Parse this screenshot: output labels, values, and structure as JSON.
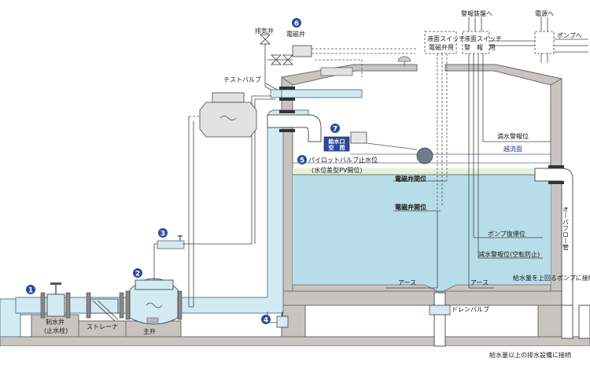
{
  "labels": {
    "exhaust_valve": "排気弁",
    "solenoid_valve": "電磁弁",
    "test_valve": "テストバルブ",
    "to_alarm": "警報鉄盤へ",
    "to_power": "電源へ",
    "to_pump": "ポンプへ",
    "float_switch_solenoid_1": "液面スイッチ",
    "float_switch_solenoid_2": "電磁弁用",
    "float_switch_alarm_1": "液面スイッチ",
    "float_switch_alarm_2": "警　報　用",
    "full_alarm": "満水警報位",
    "overflow_surface": "越流面",
    "pilot_stop_1": "パイロットバルブ止水位",
    "pilot_stop_2": "(水位差型PV開位)",
    "solenoid_close": "電磁弁閉位",
    "solenoid_open": "電磁弁開位",
    "inlet_tag_1": "給水口",
    "inlet_tag_2": "空　間",
    "pump_restart": "ポンプ復帰位",
    "low_alarm": "減水警報位(空転防止)",
    "earth_1": "アース",
    "earth_2": "アース",
    "overflow_pipe": "オーバフロー管",
    "pump_connection": "給水量を上回るポンプに接続",
    "drain_valve": "ドレンバルブ",
    "drain_connection": "給水量以上の排水設備に接続",
    "control_valve_1": "制水弁",
    "control_valve_2": "(止水栓)",
    "strainer": "ストレーナ",
    "main_valve": "主弁"
  },
  "markers": [
    "1",
    "2",
    "3",
    "4",
    "5",
    "6",
    "7"
  ],
  "colors": {
    "water": "#b7dde8",
    "pipe": "#d3eaf3",
    "concrete": "#c8c4c0",
    "marker": "#2c4a9a"
  }
}
